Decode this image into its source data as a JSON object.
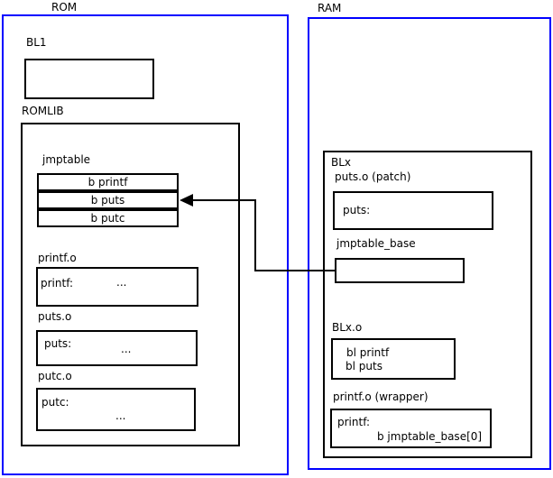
{
  "rom": {
    "label": "ROM",
    "bl1": {
      "label": "BL1"
    },
    "romlib": {
      "label": "ROMLIB",
      "jmptable": {
        "label": "jmptable",
        "entries": [
          "b printf",
          "b puts",
          "b putc"
        ]
      },
      "objects": [
        {
          "label": "printf.o",
          "symbol": "printf:",
          "body": "..."
        },
        {
          "label": "puts.o",
          "symbol": "puts:",
          "body": "..."
        },
        {
          "label": "putc.o",
          "symbol": "putc:",
          "body": "..."
        }
      ]
    }
  },
  "ram": {
    "label": "RAM",
    "blx": {
      "label": "BLx",
      "puts_patch": {
        "label": "puts.o (patch)",
        "symbol": "puts:"
      },
      "jmptable_base": {
        "label": "jmptable_base"
      },
      "blx_o": {
        "label": "BLx.o",
        "instructions": [
          "bl printf",
          "bl puts"
        ]
      },
      "printf_wrapper": {
        "label": "printf.o (wrapper)",
        "symbol": "printf:",
        "instruction": "b jmptable_base[0]"
      }
    }
  },
  "arrow": {
    "description": "jmptable_base entry points back to jmptable row 'b puts' in ROMLIB"
  },
  "colors": {
    "region_border": "#0000ff",
    "box_border": "#000000",
    "background": "#ffffff",
    "text": "#000000"
  }
}
